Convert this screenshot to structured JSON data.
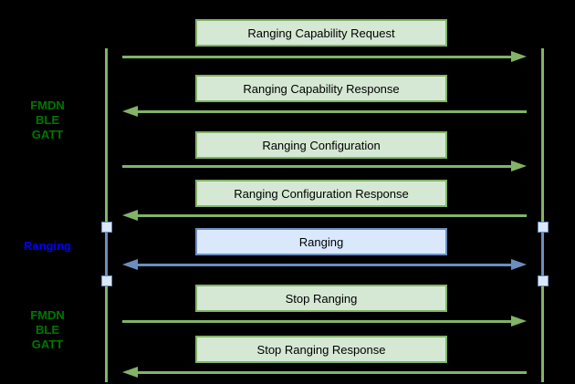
{
  "diagram": {
    "type": "sequence-diagram",
    "background": "#000000",
    "description_visible_text_only": true
  },
  "colors": {
    "green_box_fill": "#d5e8d4",
    "green_stroke": "#82b366",
    "blue_box_fill": "#dae8fc",
    "blue_stroke": "#6c8ebf",
    "green_label_text": "#007700",
    "blue_label_text": "#0000ff",
    "box_text": "#000000"
  },
  "phases": [
    {
      "name": "fmdn-ble-gatt-top",
      "line1": "FMDN",
      "line2": "BLE",
      "line3": "GATT",
      "color": "#007700"
    },
    {
      "name": "ranging",
      "label": "Ranging",
      "color": "#0000ff"
    },
    {
      "name": "fmdn-ble-gatt-bottom",
      "line1": "FMDN",
      "line2": "BLE",
      "line3": "GATT",
      "color": "#007700"
    }
  ],
  "messages": [
    {
      "label": "Ranging Capability Request",
      "direction": "left-to-right",
      "style": "green"
    },
    {
      "label": "Ranging Capability Response",
      "direction": "right-to-left",
      "style": "green"
    },
    {
      "label": "Ranging Configuration",
      "direction": "left-to-right",
      "style": "green"
    },
    {
      "label": "Ranging Configuration Response",
      "direction": "right-to-left",
      "style": "green"
    },
    {
      "label": "Ranging",
      "direction": "bidirectional",
      "style": "blue"
    },
    {
      "label": "Stop Ranging",
      "direction": "left-to-right",
      "style": "green"
    },
    {
      "label": "Stop Ranging Response",
      "direction": "right-to-left",
      "style": "green"
    }
  ]
}
